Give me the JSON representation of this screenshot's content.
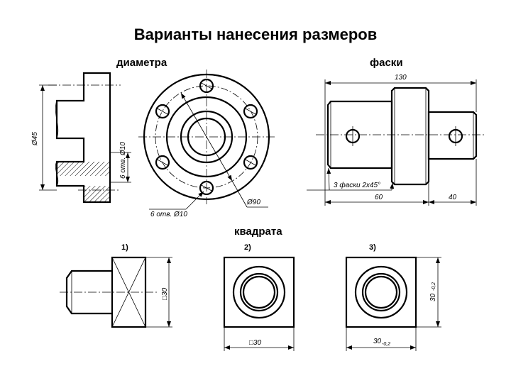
{
  "title": "Варианты нанесения размеров",
  "sections": {
    "diameter": "диаметра",
    "chamfer": "фаски",
    "square": "квадрата"
  },
  "variant_labels": [
    "1)",
    "2)",
    "3)"
  ],
  "dimensions": {
    "d45": "Ø45",
    "six_holes_left": "6 отв. Ø10",
    "six_holes_bottom": "6 отв. Ø10",
    "d90": "Ø90",
    "len130": "130",
    "chamfers": "3 фаски 2х45°",
    "len60": "60",
    "len40": "40",
    "sq30_v1": "□30",
    "sq30_v2": "□30",
    "v3_side": "30",
    "v3_side_tol": "-0,2",
    "v3_bottom": "30",
    "v3_bottom_tol": "-0,2"
  }
}
